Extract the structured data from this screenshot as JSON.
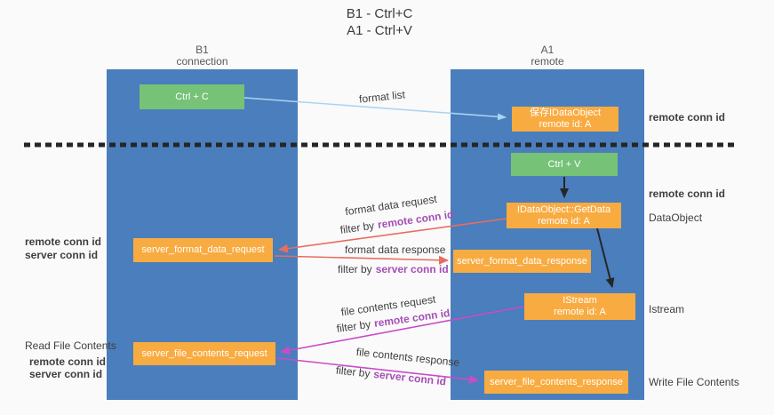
{
  "title": {
    "line1": "B1 - Ctrl+C",
    "line2": "A1 - Ctrl+V"
  },
  "lanes": [
    {
      "name": "B1",
      "role": "connection"
    },
    {
      "name": "A1",
      "role": "remote"
    }
  ],
  "nodes": {
    "ctrl_c": {
      "label": "Ctrl + C"
    },
    "clipboard_object": {
      "line1": "保存IDataObject",
      "line2": "remote id: A"
    },
    "ctrl_v": {
      "label": "Ctrl + V"
    },
    "get_data": {
      "line1": "IDataObject::GetData",
      "line2": "remote id: A"
    },
    "istream": {
      "line1": "IStream",
      "line2": "remote id: A"
    },
    "format_request": {
      "label": "server_format_data_request"
    },
    "format_response": {
      "label": "server_format_data_response"
    },
    "file_request": {
      "label": "server_file_contents_request"
    },
    "file_response": {
      "label": "server_file_contents_response"
    }
  },
  "edge_labels": {
    "format_list": "format list",
    "format_data_request": "format data request",
    "filter_remote_1": {
      "prefix": "filter by",
      "value": "remote conn id"
    },
    "format_data_response": "format data response",
    "filter_server_1": {
      "prefix": "filter by",
      "value": "server conn id"
    },
    "file_contents_request": "file contents request",
    "filter_remote_2": {
      "prefix": "filter by",
      "value": "remote conn id"
    },
    "file_contents_response": "file contents response",
    "filter_server_2": {
      "prefix": "filter by",
      "value": "server conn id"
    }
  },
  "side_labels": {
    "right_remote_conn_top": "remote conn id",
    "right_remote_conn_mid": "remote conn id",
    "data_object": "DataObject",
    "istream": "Istream",
    "write_file_contents": "Write File Contents",
    "read_file_contents": "Read File Contents",
    "left_remote_conn_top": "remote conn id",
    "left_server_conn_top": "server conn id",
    "left_remote_conn_bottom": "remote conn id",
    "left_server_conn_bottom": "server conn id"
  },
  "colors": {
    "lane_blue": "#4a7ebd",
    "box_green": "#76c277",
    "box_orange": "#f8ab40",
    "accent_purple": "#a54fb5",
    "accent_green": "#5fb765",
    "arrow_red": "#e86c5f",
    "arrow_magenta": "#ca4bc8",
    "arrow_blue": "#a9d5f0",
    "arrow_black": "#262626"
  }
}
